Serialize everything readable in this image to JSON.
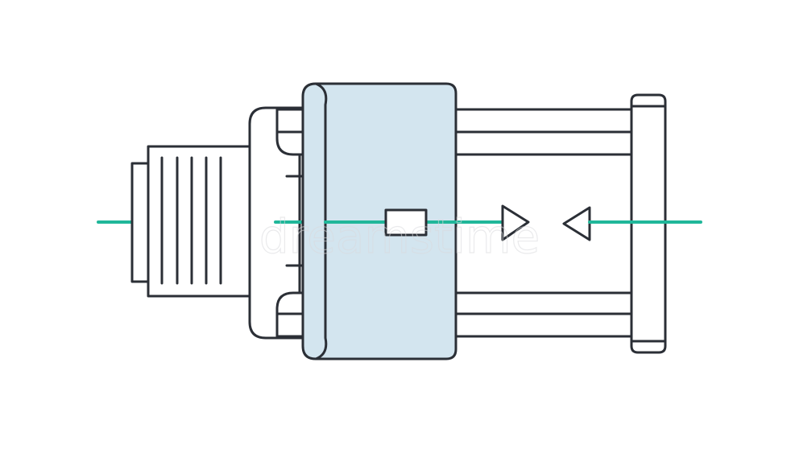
{
  "colors": {
    "ink": "#2b2f36",
    "body_fill": "#ffffff",
    "sleeve_fill": "#d3e5ef",
    "beam": "#20b79a"
  },
  "watermark": {
    "text": "dreamstime"
  },
  "icons": [
    "ribbed-knob",
    "sleeve",
    "rail",
    "end-plate",
    "arrow-right",
    "arrow-left",
    "slider-block"
  ]
}
